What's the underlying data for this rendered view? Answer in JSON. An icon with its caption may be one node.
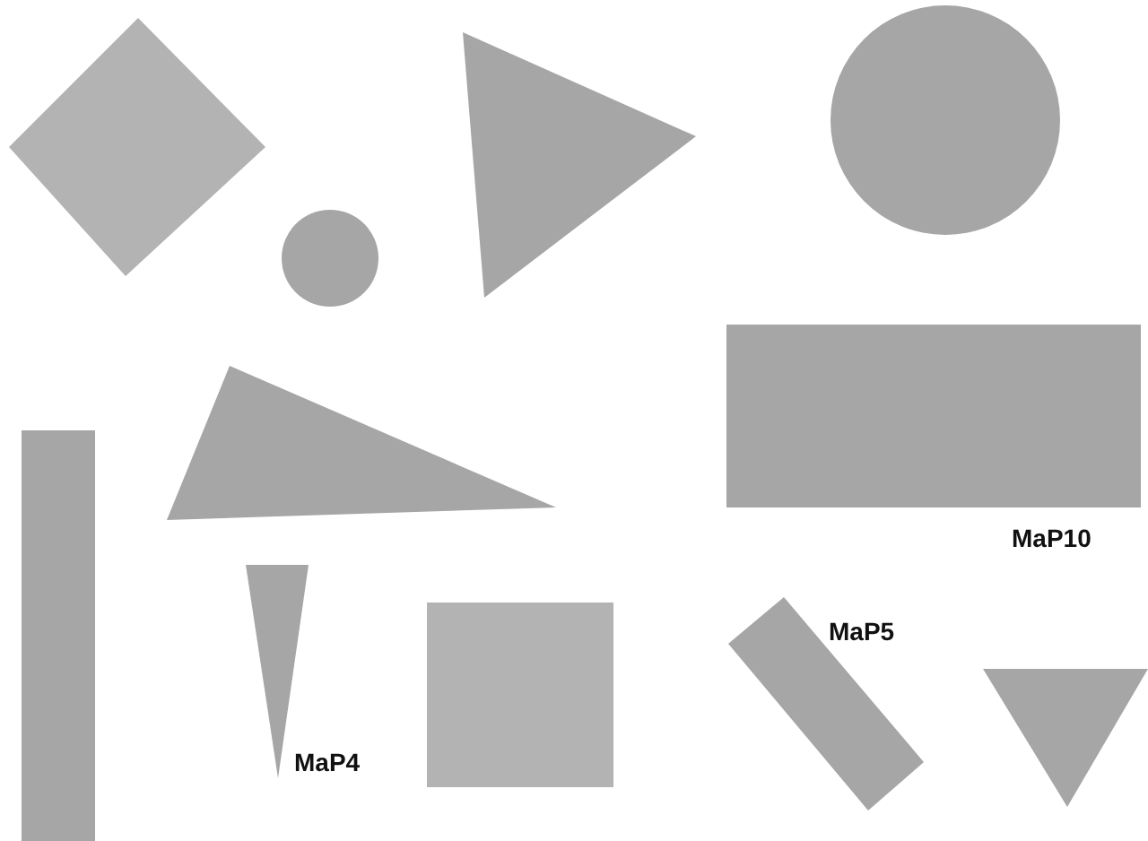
{
  "diagram": {
    "nodes": [
      {
        "text": [],
        "shape": "diamond"
      },
      {
        "text": [],
        "shape": "circle"
      },
      {
        "text": [],
        "shape": "triangle"
      },
      {
        "text": [],
        "shape": "circle"
      },
      {
        "text": [],
        "shape": "bar"
      },
      {
        "text": [],
        "shape": "triangle"
      },
      {
        "text": [],
        "shape": "box",
        "beside": [
          "MaP10"
        ]
      },
      {
        "text": [],
        "shape": "triangle",
        "beside": [
          "MaP4"
        ]
      },
      {
        "text": [],
        "shape": "box"
      },
      {
        "text": [],
        "shape": "bar",
        "beside": [
          "MaP5"
        ]
      },
      {
        "text": [],
        "shape": "triangle"
      }
    ]
  }
}
